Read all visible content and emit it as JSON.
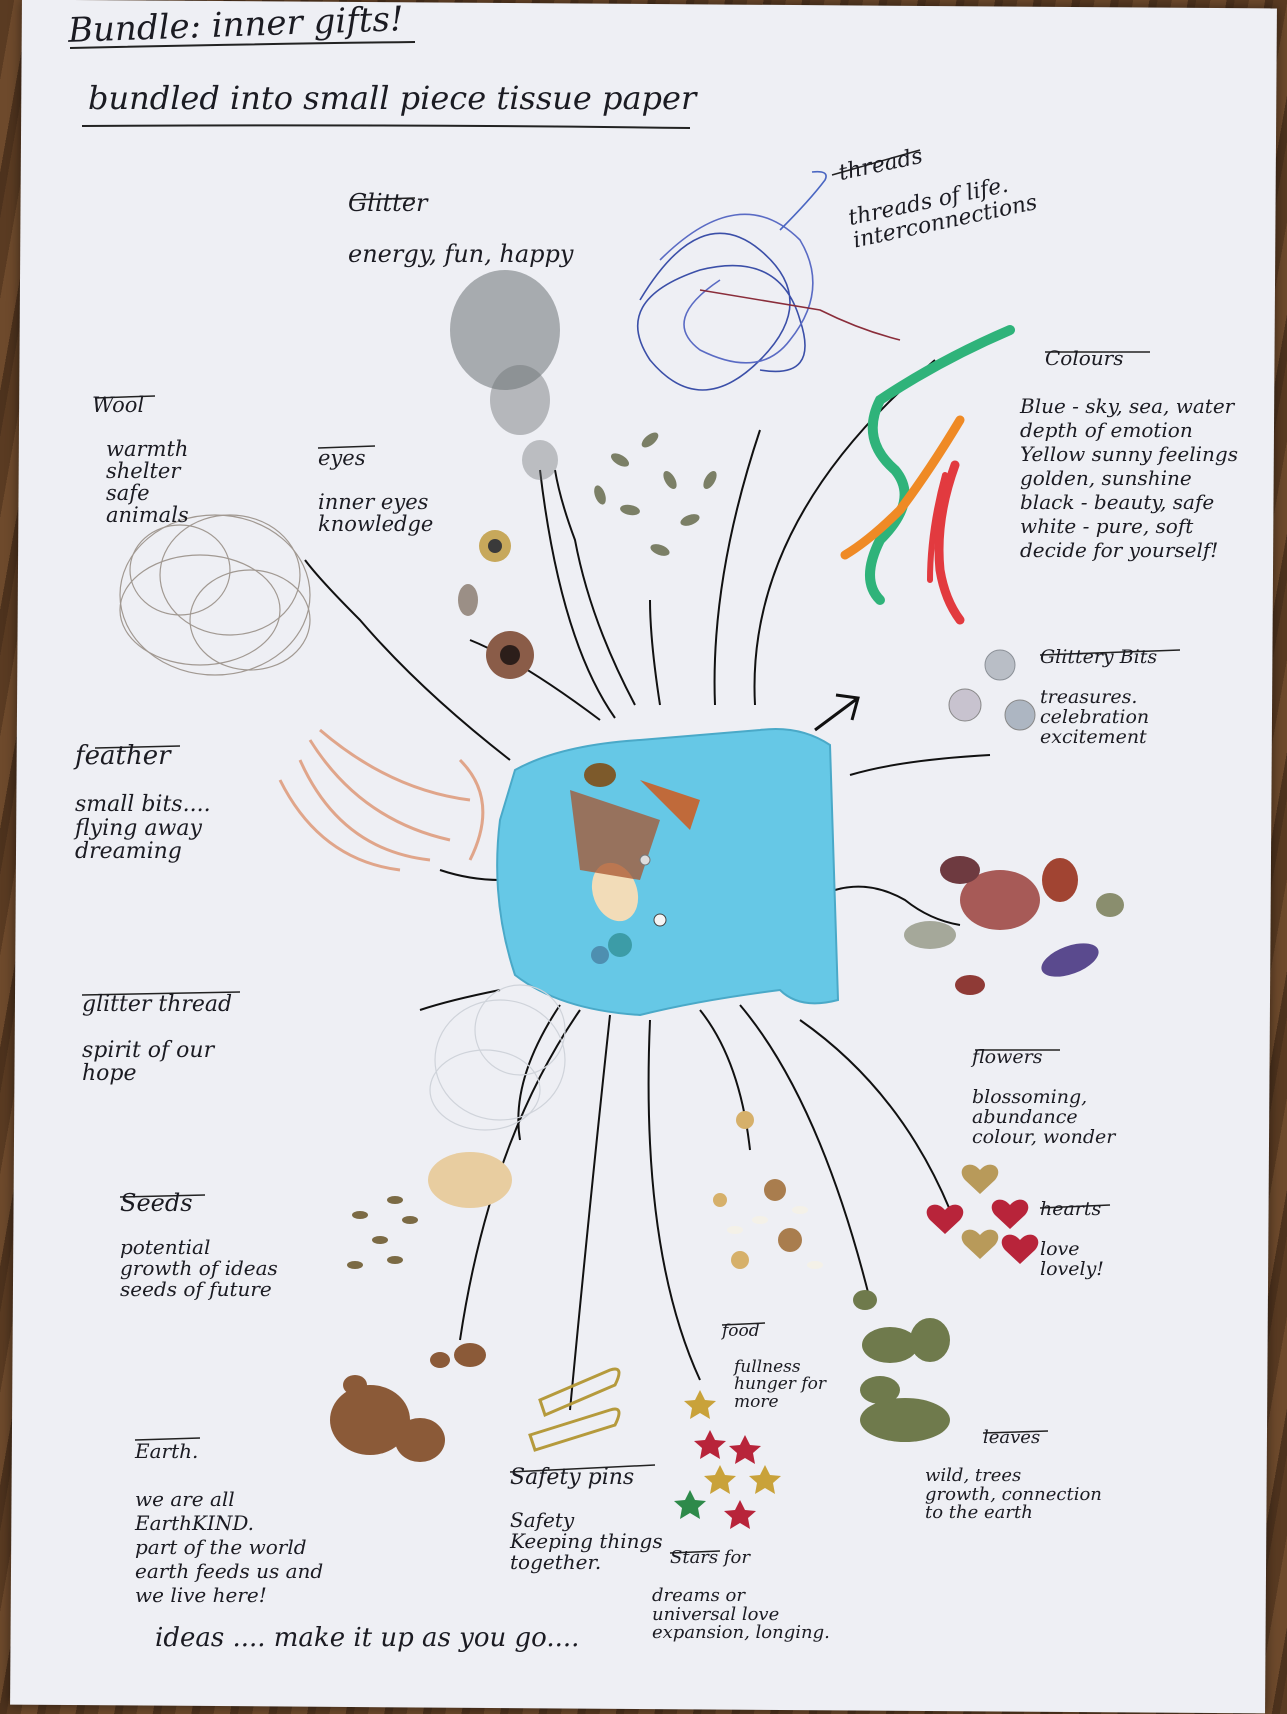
{
  "title": "Bundle: inner gifts!",
  "subtitle": "bundled into small piece tissue paper",
  "labels": {
    "glitter": {
      "heading": "Glitter",
      "text": "energy, fun, happy"
    },
    "threads": {
      "heading": "threads",
      "text": "threads of life.\ninterconnections"
    },
    "wool": {
      "heading": "Wool",
      "text": "warmth\nshelter\nsafe\nanimals"
    },
    "eyes": {
      "heading": "eyes",
      "text": "inner eyes\nknowledge"
    },
    "colours": {
      "heading": "Colours",
      "text": "Blue - sky, sea, water\ndepth of emotion\nYellow sunny feelings\ngolden, sunshine\nblack - beauty, safe\nwhite - pure, soft\ndecide for yourself!"
    },
    "glittery_bits": {
      "heading": "Glittery Bits",
      "text": "treasures.\ncelebration\nexcitement"
    },
    "feather": {
      "heading": "feather",
      "text": "small bits....\nflying away\ndreaming"
    },
    "flowers": {
      "heading": "flowers",
      "text": "blossoming,\nabundance\ncolour, wonder"
    },
    "glitter_thread": {
      "heading": "glitter thread",
      "text": "spirit of our\nhope"
    },
    "hearts": {
      "heading": "hearts",
      "text": "love\nlovely!"
    },
    "seeds": {
      "heading": "Seeds",
      "text": "potential\ngrowth of ideas\nseeds of future"
    },
    "food": {
      "heading": "food",
      "text": "fullness\nhunger for\nmore"
    },
    "earth": {
      "heading": "Earth.",
      "text": "we are all\nEarthKIND.\npart of the world\nearth feeds us and\nwe live here!"
    },
    "safety_pins": {
      "heading": "Safety pins",
      "text": "Safety\nKeeping things\ntogether."
    },
    "stars": {
      "heading": "Stars for",
      "text": "dreams or\nuniversal love\nexpansion, longing."
    },
    "leaves": {
      "heading": "leaves",
      "text": "wild, trees\ngrowth, connection\nto the earth"
    }
  },
  "footer": "ideas .... make it up as you go....",
  "colors": {
    "paper": "#eeeff4",
    "tissue": "#66c8e6",
    "ink": "#1b1b22"
  }
}
